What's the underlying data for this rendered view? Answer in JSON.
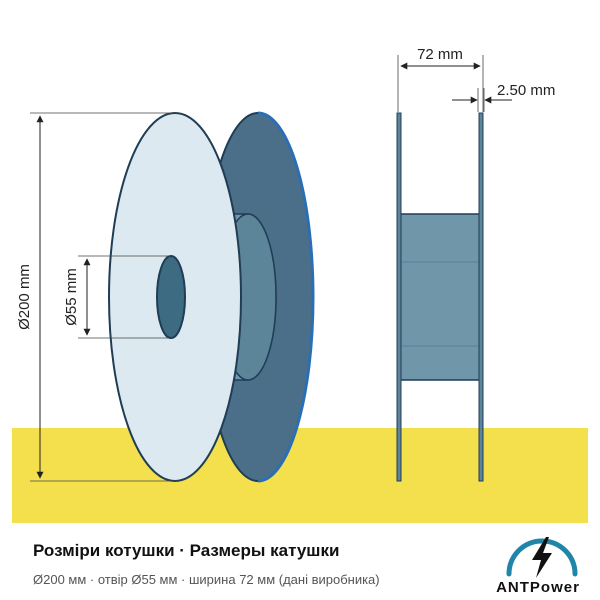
{
  "diagram": {
    "outer_diameter_label": "Ø200 mm",
    "hole_diameter_label": "Ø55 mm",
    "width_label": "72 mm",
    "flange_thickness_label": "2.50 mm"
  },
  "caption": {
    "title": "Розміри котушки · Размеры катушки",
    "subtitle": "Ø200 мм · отвір Ø55 мм · ширина 72 мм (дані виробника)"
  },
  "brand": {
    "name": "ANTPower",
    "icon": "lightning-bolt-icon"
  },
  "colors": {
    "flange_front": "#dde9f1",
    "flange_back": "#4b6f88",
    "hub": "#6f96a9",
    "edge": "#1f3d55",
    "floor": "#f4e04d",
    "logo_arc": "#1f86a8"
  }
}
